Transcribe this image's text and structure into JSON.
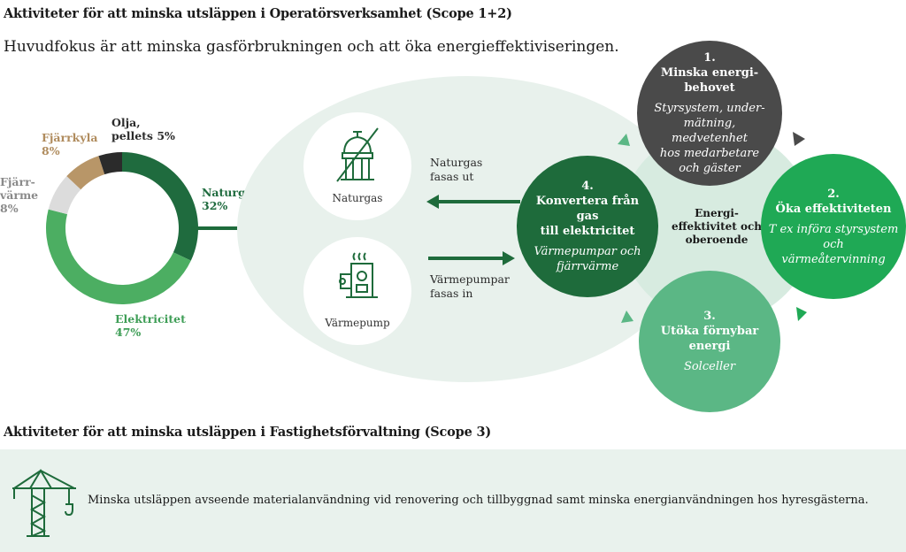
{
  "title_scope12": "Aktiviteter för att minska utsläppen i Operatörsverksamhet (Scope 1+2)",
  "lead": "Huvudfokus är att minska gasförbrukningen och att öka energieffektiviseringen.",
  "chart_data": {
    "type": "pie",
    "donut": true,
    "categories": [
      "Naturgas",
      "Elektricitet",
      "Fjärrvärme",
      "Fjärrkyla",
      "Olja, pellets"
    ],
    "values": [
      32,
      47,
      8,
      8,
      5
    ],
    "labels": [
      {
        "name_lines": [
          "Naturgas"
        ],
        "value": "32%"
      },
      {
        "name_lines": [
          "Elektricitet"
        ],
        "value": "47%"
      },
      {
        "name_lines": [
          "Fjärr-",
          "värme"
        ],
        "value": "8%"
      },
      {
        "name_lines": [
          "Fjärrkyla"
        ],
        "value": "8%"
      },
      {
        "name_lines": [
          "Olja,",
          "pellets"
        ],
        "value": "5%"
      }
    ],
    "colors": [
      "#1f6b3e",
      "#4cae62",
      "#dcdcdc",
      "#b89668",
      "#2b2b2b"
    ]
  },
  "sources": {
    "naturgas": {
      "label": "Naturgas",
      "icon": "gas-tank-crossed-icon"
    },
    "varmepump": {
      "label": "Värmepump",
      "icon": "heat-pump-icon"
    }
  },
  "arrows": {
    "out": [
      "Naturgas",
      "fasas ut"
    ],
    "in": [
      "Värmepumpar",
      "fasas in"
    ]
  },
  "cycle": {
    "center": [
      "Energi-",
      "effektivitet och",
      "oberoende"
    ],
    "items": [
      {
        "num": "1.",
        "title": [
          "Minska energi-",
          "behovet"
        ],
        "sub": [
          "Styrsystem, under-",
          "mätning, medvetenhet",
          "hos medarbetare",
          "och gäster"
        ],
        "color": "#4a4a4a"
      },
      {
        "num": "2.",
        "title": [
          "Öka effektiviteten"
        ],
        "sub": [
          "T ex införa styrsystem",
          "och",
          "värmeåtervinning"
        ],
        "color": "#1fa955"
      },
      {
        "num": "3.",
        "title": [
          "Utöka förnybar energi"
        ],
        "sub": [
          "Solceller"
        ],
        "color": "#5bb785"
      },
      {
        "num": "4.",
        "title": [
          "Konvertera från gas",
          "till elektricitet"
        ],
        "sub": [
          "Värmepumpar och",
          "fjärrvärme"
        ],
        "color": "#1e6b3b"
      }
    ]
  },
  "title_scope3": "Aktiviteter för att minska utsläppen i Fastighetsförvaltning (Scope 3)",
  "scope3_text": "Minska utsläppen avseende materialanvändning vid renovering och tillbyggnad samt minska energianvändningen hos hyresgästerna.",
  "icons": {
    "crane": "crane-icon"
  },
  "colors": {
    "dark_green": "#1e6b3b",
    "green": "#1fa955",
    "light_green": "#5bb785",
    "bg_ellipse": "#e8f1ec",
    "band": "#e9f2ed"
  }
}
